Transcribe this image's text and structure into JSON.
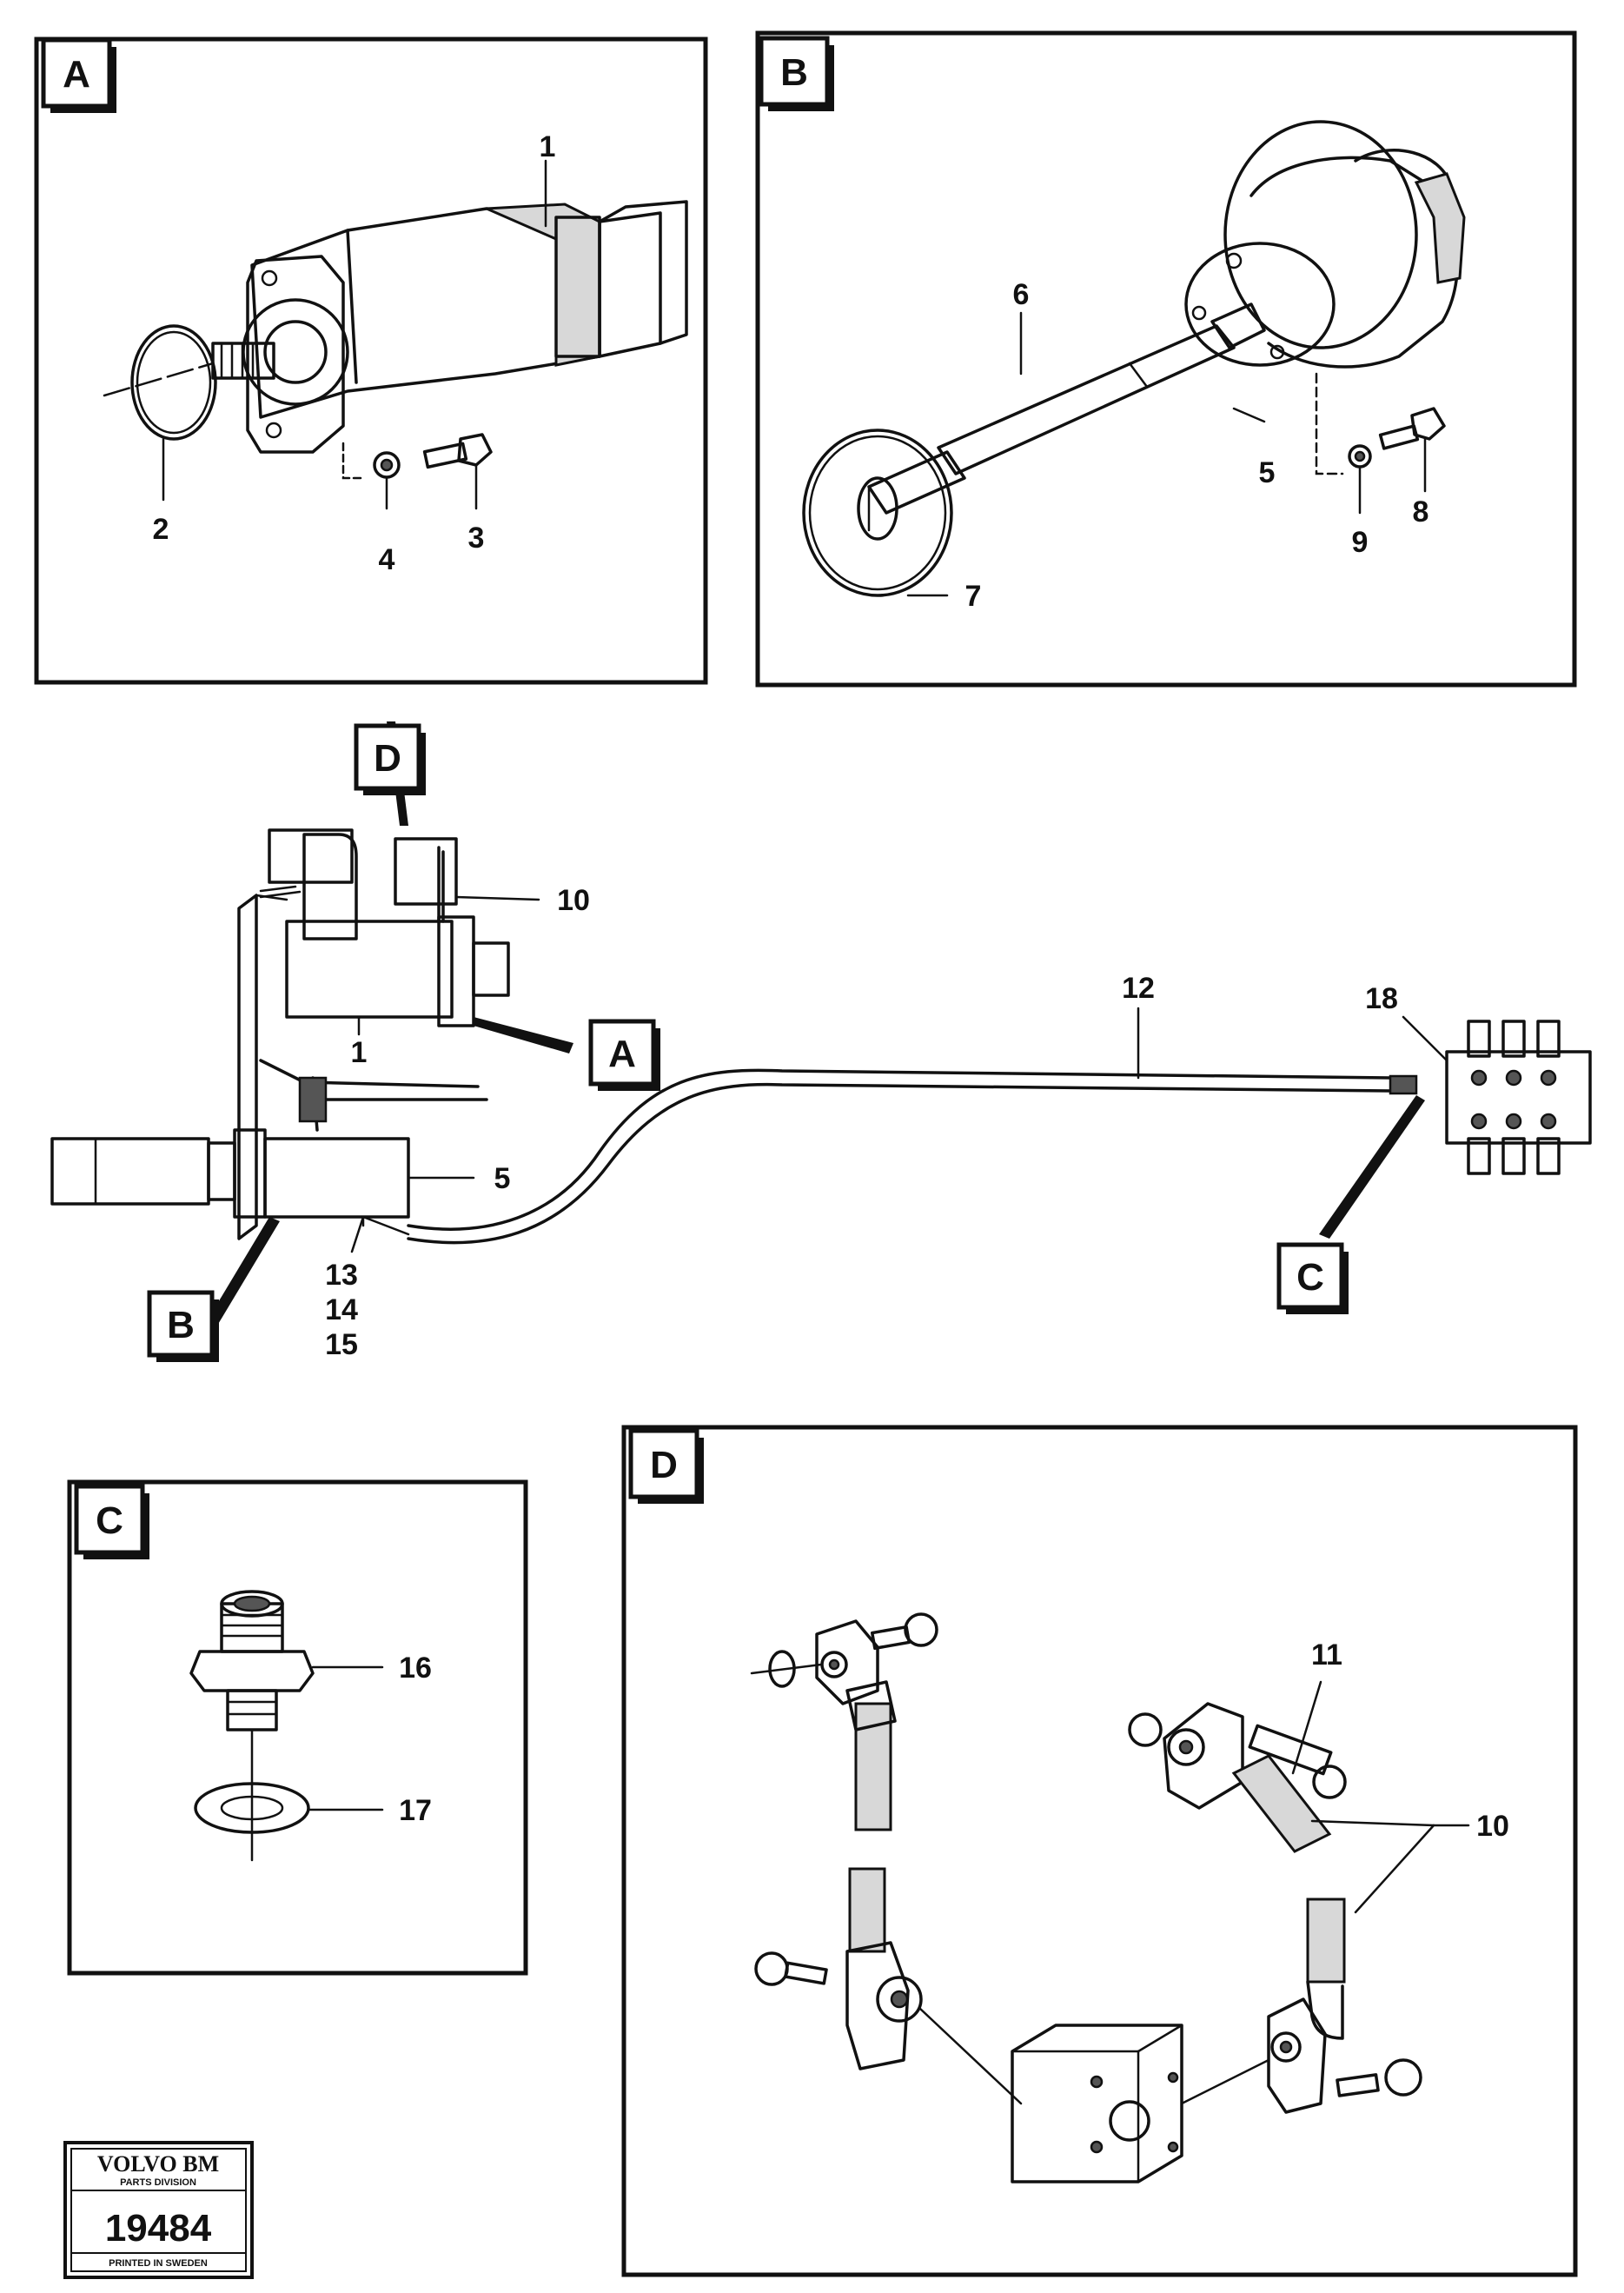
{
  "panels": {
    "A": {
      "tag": "A",
      "callouts": [
        "1",
        "2",
        "3",
        "4"
      ]
    },
    "B": {
      "tag": "B",
      "callouts": [
        "5",
        "6",
        "7",
        "8",
        "9"
      ]
    },
    "C": {
      "tag": "C",
      "callouts": [
        "16",
        "17"
      ]
    },
    "D": {
      "tag": "D",
      "callouts": [
        "10",
        "11"
      ]
    }
  },
  "overview": {
    "callouts": [
      "10",
      "1",
      "5",
      "12",
      "18",
      "13",
      "14",
      "15"
    ],
    "refs": [
      "D",
      "A",
      "B",
      "C"
    ]
  },
  "logo": {
    "brand": "VOLVO BM",
    "division": "PARTS DIVISION",
    "number": "19484",
    "printed": "PRINTED IN SWEDEN"
  }
}
